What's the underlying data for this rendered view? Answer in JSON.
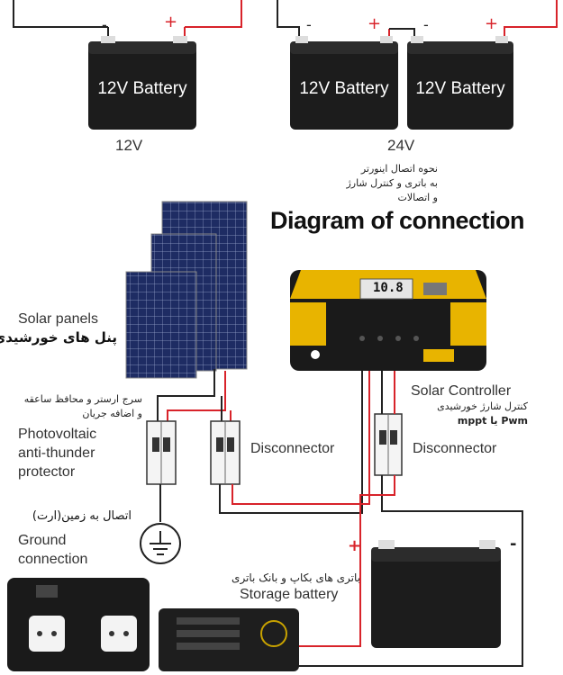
{
  "top": {
    "battery_label": "12V Battery",
    "label_12v": "12V",
    "label_24v": "24V",
    "minus": "-",
    "plus": "+"
  },
  "persian_caption": {
    "line1": "نحوه اتصال اینورتر",
    "line2": "به باتری و کنترل شارژ",
    "line3": "و اتصالات"
  },
  "title": "Diagram of connection",
  "solar_panels": {
    "en": "Solar panels",
    "fa": "پنل های خورشیدی"
  },
  "protector": {
    "fa_line1": "سرج ارستر و محافظ ساعقه",
    "fa_line2": "و اضافه جریان",
    "en_line1": "Photovoltaic",
    "en_line2": "anti-thunder",
    "en_line3": "protector"
  },
  "disconnector_left": "Disconnector",
  "disconnector_right": "Disconnector",
  "controller": {
    "en": "Solar Controller",
    "fa_line1": "کنترل شارژ خورشیدی",
    "fa_line2": "Pwm یا mppt",
    "display": "10.8"
  },
  "ground": {
    "fa": "اتصال به زمین(ارت)",
    "en_line1": "Ground",
    "en_line2": "connection"
  },
  "storage": {
    "fa": "باتری های بکاپ و بانک باتری",
    "en": "Storage battery",
    "plus": "+",
    "minus": "-"
  },
  "colors": {
    "red_wire": "#d8232a",
    "black_wire": "#222222",
    "controller_yellow": "#e8b400",
    "battery_body": "#1c1c1c"
  }
}
